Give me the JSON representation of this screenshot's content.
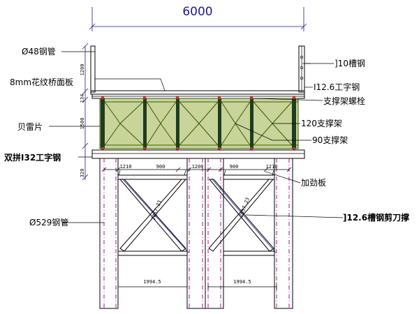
{
  "dimensions": {
    "overall_width": "6000",
    "h_1200": "1200",
    "h_134": "134",
    "h_1500": "1500",
    "h_320": "320",
    "w_1210_left": "1210",
    "w_900_left": "900",
    "w_1200_mid": "1200",
    "w_900_right": "900",
    "w_1210_right": "1210",
    "diag_left": "2857.23",
    "diag_right": "2857.23",
    "base_left": "1994.5",
    "base_right": "1994.5"
  },
  "labels": {
    "railing_pipe": "Ø48钢管",
    "deck_plate": "8mm花纹桥面板",
    "bailey": "贝雷片",
    "double_i32": "双拼I32工字钢",
    "pile_pipe": "Ø529钢管",
    "channel_10": "]10槽钢",
    "i_beam_126": "I12.6工字钢",
    "support_bolt": "支撑架螺栓",
    "frame_120": "120支撑架",
    "frame_90": "90支撑架",
    "stiffener": "加劲板",
    "channel_brace": "]12.6槽钢剪刀撑"
  },
  "colors": {
    "dimension": "#1a1a8c",
    "truss": "#3a5a00",
    "truss_fill": "#c8d49a",
    "column_fill": "#1f3d1f",
    "bolt": "#c0392b",
    "pile_axis": "#b0128c"
  }
}
